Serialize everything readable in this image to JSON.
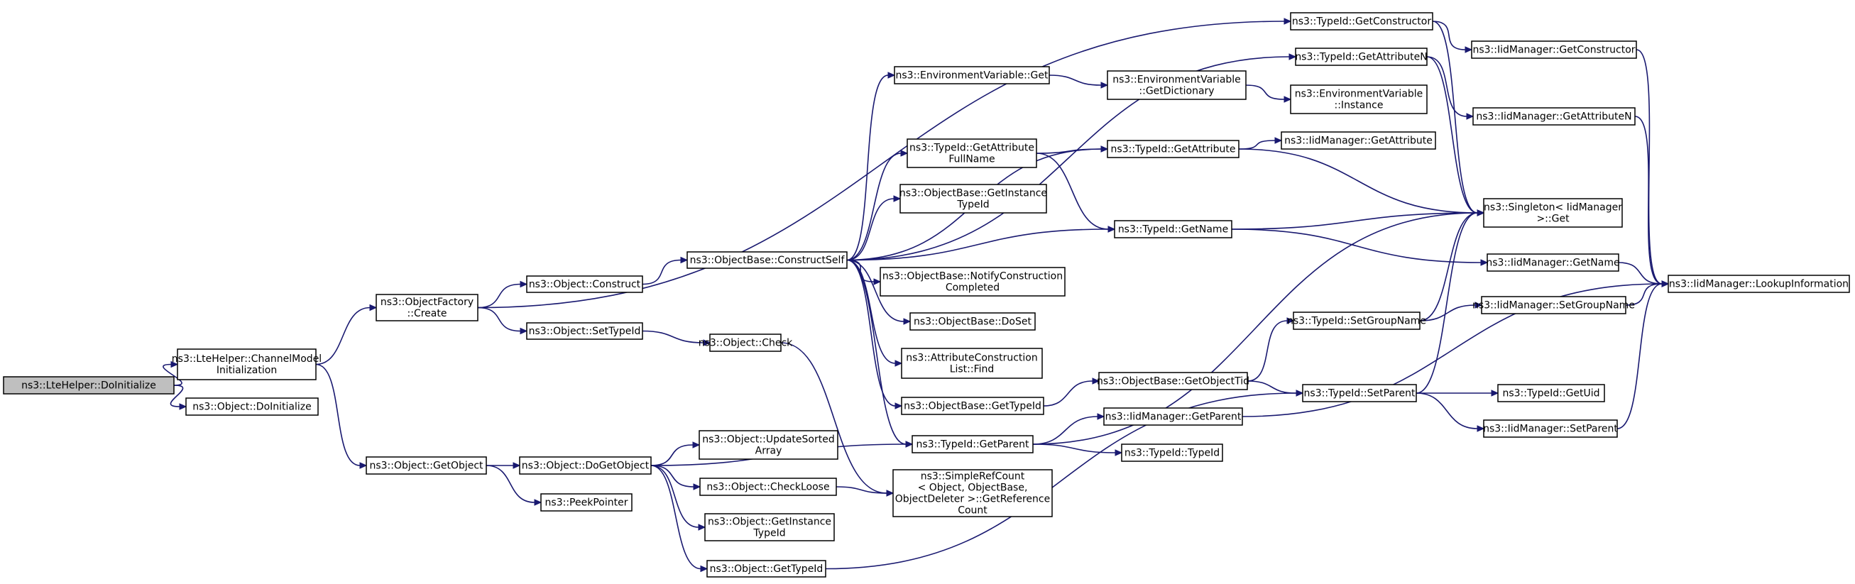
{
  "colors": {
    "edge": "#191970",
    "node_border": "#000000",
    "root_fill": "#bfbfbf",
    "node_fill": "#ffffff"
  },
  "nodes": [
    {
      "id": "root",
      "lines": [
        "ns3::LteHelper::DoInitialize"
      ]
    },
    {
      "id": "chinit",
      "lines": [
        "ns3::LteHelper::ChannelModel",
        "Initialization"
      ]
    },
    {
      "id": "objdoinit",
      "lines": [
        "ns3::Object::DoInitialize"
      ]
    },
    {
      "id": "ofcreate",
      "lines": [
        "ns3::ObjectFactory",
        "::Create"
      ]
    },
    {
      "id": "getobject",
      "lines": [
        "ns3::Object::GetObject"
      ]
    },
    {
      "id": "construct",
      "lines": [
        "ns3::Object::Construct"
      ]
    },
    {
      "id": "settypeid",
      "lines": [
        "ns3::Object::SetTypeId"
      ]
    },
    {
      "id": "dogetobject",
      "lines": [
        "ns3::Object::DoGetObject"
      ]
    },
    {
      "id": "peekpointer",
      "lines": [
        "ns3::PeekPointer"
      ]
    },
    {
      "id": "constructself",
      "lines": [
        "ns3::ObjectBase::ConstructSelf"
      ]
    },
    {
      "id": "check",
      "lines": [
        "ns3::Object::Check"
      ]
    },
    {
      "id": "updatesorted",
      "lines": [
        "ns3::Object::UpdateSorted",
        "Array"
      ]
    },
    {
      "id": "checkloose",
      "lines": [
        "ns3::Object::CheckLoose"
      ]
    },
    {
      "id": "getinsttypeid2",
      "lines": [
        "ns3::Object::GetInstance",
        "TypeId"
      ]
    },
    {
      "id": "objgettypeid",
      "lines": [
        "ns3::Object::GetTypeId"
      ]
    },
    {
      "id": "envget",
      "lines": [
        "ns3::EnvironmentVariable::Get"
      ]
    },
    {
      "id": "tigetattrfull",
      "lines": [
        "ns3::TypeId::GetAttribute",
        "FullName"
      ]
    },
    {
      "id": "obgetinst",
      "lines": [
        "ns3::ObjectBase::GetInstance",
        "TypeId"
      ]
    },
    {
      "id": "notifyconstr",
      "lines": [
        "ns3::ObjectBase::NotifyConstruction",
        "Completed"
      ]
    },
    {
      "id": "doset",
      "lines": [
        "ns3::ObjectBase::DoSet"
      ]
    },
    {
      "id": "attrconstr",
      "lines": [
        "ns3::AttributeConstruction",
        "List::Find"
      ]
    },
    {
      "id": "obgettypeid",
      "lines": [
        "ns3::ObjectBase::GetTypeId"
      ]
    },
    {
      "id": "tigetparent",
      "lines": [
        "ns3::TypeId::GetParent"
      ]
    },
    {
      "id": "simplerefcount",
      "lines": [
        "ns3::SimpleRefCount",
        "< Object, ObjectBase,",
        "ObjectDeleter >::GetReference",
        "Count"
      ]
    },
    {
      "id": "tigetconstructor",
      "lines": [
        "ns3::TypeId::GetConstructor"
      ]
    },
    {
      "id": "tigetattrN",
      "lines": [
        "ns3::TypeId::GetAttributeN"
      ]
    },
    {
      "id": "envgetdict",
      "lines": [
        "ns3::EnvironmentVariable",
        "::GetDictionary"
      ]
    },
    {
      "id": "envinstance",
      "lines": [
        "ns3::EnvironmentVariable",
        "::Instance"
      ]
    },
    {
      "id": "tigetattr",
      "lines": [
        "ns3::TypeId::GetAttribute"
      ]
    },
    {
      "id": "iidgetattr",
      "lines": [
        "ns3::IidManager::GetAttribute"
      ]
    },
    {
      "id": "tigetname",
      "lines": [
        "ns3::TypeId::GetName"
      ]
    },
    {
      "id": "obgetobjtid",
      "lines": [
        "ns3::ObjectBase::GetObjectTid"
      ]
    },
    {
      "id": "iidgetparent",
      "lines": [
        "ns3::IidManager::GetParent"
      ]
    },
    {
      "id": "titypeid",
      "lines": [
        "ns3::TypeId::TypeId"
      ]
    },
    {
      "id": "tisetgroup",
      "lines": [
        "ns3::TypeId::SetGroupName"
      ]
    },
    {
      "id": "tisetparent",
      "lines": [
        "ns3::TypeId::SetParent"
      ]
    },
    {
      "id": "iidgetconstructor",
      "lines": [
        "ns3::IidManager::GetConstructor"
      ]
    },
    {
      "id": "iidgetattrN",
      "lines": [
        "ns3::IidManager::GetAttributeN"
      ]
    },
    {
      "id": "singleton",
      "lines": [
        "ns3::Singleton< IidManager",
        ">::Get"
      ]
    },
    {
      "id": "iidgetname",
      "lines": [
        "ns3::IidManager::GetName"
      ]
    },
    {
      "id": "iidsetgroup",
      "lines": [
        "ns3::IidManager::SetGroupName"
      ]
    },
    {
      "id": "tigetuid",
      "lines": [
        "ns3::TypeId::GetUid"
      ]
    },
    {
      "id": "iidsetparent",
      "lines": [
        "ns3::IidManager::SetParent"
      ]
    },
    {
      "id": "iidlookup",
      "lines": [
        "ns3::IidManager::LookupInformation"
      ]
    }
  ],
  "edges": [
    [
      "root",
      "chinit"
    ],
    [
      "root",
      "objdoinit"
    ],
    [
      "chinit",
      "ofcreate"
    ],
    [
      "chinit",
      "getobject"
    ],
    [
      "ofcreate",
      "construct"
    ],
    [
      "ofcreate",
      "settypeid"
    ],
    [
      "ofcreate",
      "tigetconstructor"
    ],
    [
      "getobject",
      "dogetobject"
    ],
    [
      "getobject",
      "peekpointer"
    ],
    [
      "construct",
      "constructself"
    ],
    [
      "settypeid",
      "check"
    ],
    [
      "check",
      "simplerefcount"
    ],
    [
      "dogetobject",
      "updatesorted"
    ],
    [
      "dogetobject",
      "checkloose"
    ],
    [
      "dogetobject",
      "getinsttypeid2"
    ],
    [
      "dogetobject",
      "objgettypeid"
    ],
    [
      "dogetobject",
      "tigetparent"
    ],
    [
      "checkloose",
      "simplerefcount"
    ],
    [
      "objgettypeid",
      "tisetparent"
    ],
    [
      "constructself",
      "envget"
    ],
    [
      "constructself",
      "tigetattrfull"
    ],
    [
      "constructself",
      "obgetinst"
    ],
    [
      "constructself",
      "notifyconstr"
    ],
    [
      "constructself",
      "doset"
    ],
    [
      "constructself",
      "attrconstr"
    ],
    [
      "constructself",
      "obgettypeid"
    ],
    [
      "constructself",
      "tigetparent"
    ],
    [
      "constructself",
      "tigetattrN"
    ],
    [
      "constructself",
      "tigetattr"
    ],
    [
      "constructself",
      "tigetname"
    ],
    [
      "envget",
      "envgetdict"
    ],
    [
      "envgetdict",
      "envinstance"
    ],
    [
      "tigetattrfull",
      "tigetattr"
    ],
    [
      "tigetattrfull",
      "tigetname"
    ],
    [
      "obgettypeid",
      "obgetobjtid"
    ],
    [
      "tigetparent",
      "iidgetparent"
    ],
    [
      "tigetparent",
      "titypeid"
    ],
    [
      "tigetparent",
      "singleton"
    ],
    [
      "obgetobjtid",
      "tisetgroup"
    ],
    [
      "obgetobjtid",
      "tisetparent"
    ],
    [
      "iidgetparent",
      "iidlookup"
    ],
    [
      "tigetconstructor",
      "iidgetconstructor"
    ],
    [
      "tigetconstructor",
      "singleton"
    ],
    [
      "tigetattrN",
      "iidgetattrN"
    ],
    [
      "tigetattrN",
      "singleton"
    ],
    [
      "tigetattr",
      "iidgetattr"
    ],
    [
      "tigetattr",
      "singleton"
    ],
    [
      "tigetname",
      "singleton"
    ],
    [
      "tigetname",
      "iidgetname"
    ],
    [
      "tisetgroup",
      "singleton"
    ],
    [
      "tisetgroup",
      "iidsetgroup"
    ],
    [
      "tisetparent",
      "singleton"
    ],
    [
      "tisetparent",
      "tigetuid"
    ],
    [
      "tisetparent",
      "iidsetparent"
    ],
    [
      "iidgetconstructor",
      "iidlookup"
    ],
    [
      "iidgetattrN",
      "iidlookup"
    ],
    [
      "iidgetname",
      "iidlookup"
    ],
    [
      "iidsetgroup",
      "iidlookup"
    ],
    [
      "iidsetparent",
      "iidlookup"
    ]
  ]
}
